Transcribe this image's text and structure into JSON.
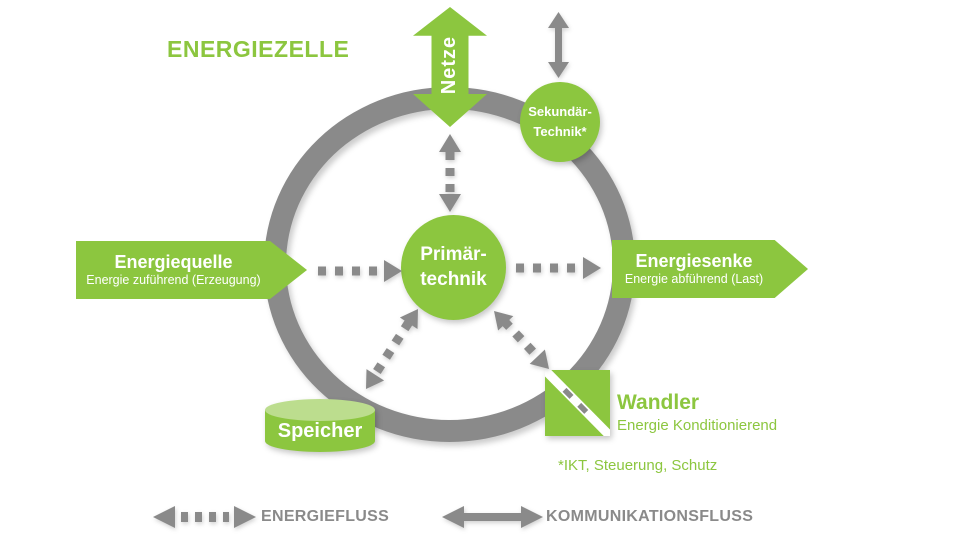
{
  "title": "ENERGIEZELLE",
  "colors": {
    "green": "#8CC63F",
    "green_light": "#BCDD8E",
    "gray": "#8A8A8A",
    "white": "#FFFFFF"
  },
  "nodes": {
    "netze": {
      "label": "Netze"
    },
    "sekundaertechnik": {
      "line1": "Sekundär-",
      "line2": "Technik*"
    },
    "primaertechnik": {
      "line1": "Primär-",
      "line2": "technik"
    },
    "energiequelle": {
      "label": "Energiequelle",
      "sublabel": "Energie zuführend (Erzeugung)"
    },
    "energiesenke": {
      "label": "Energiesenke",
      "sublabel": "Energie abführend (Last)"
    },
    "speicher": {
      "label": "Speicher"
    },
    "wandler": {
      "label": "Wandler",
      "sublabel": "Energie Konditionierend"
    }
  },
  "footnote": "*IKT, Steuerung, Schutz",
  "legend": {
    "energiefluss": "ENERGIEFLUSS",
    "kommunikationsfluss": "KOMMUNIKATIONSFLUSS"
  }
}
